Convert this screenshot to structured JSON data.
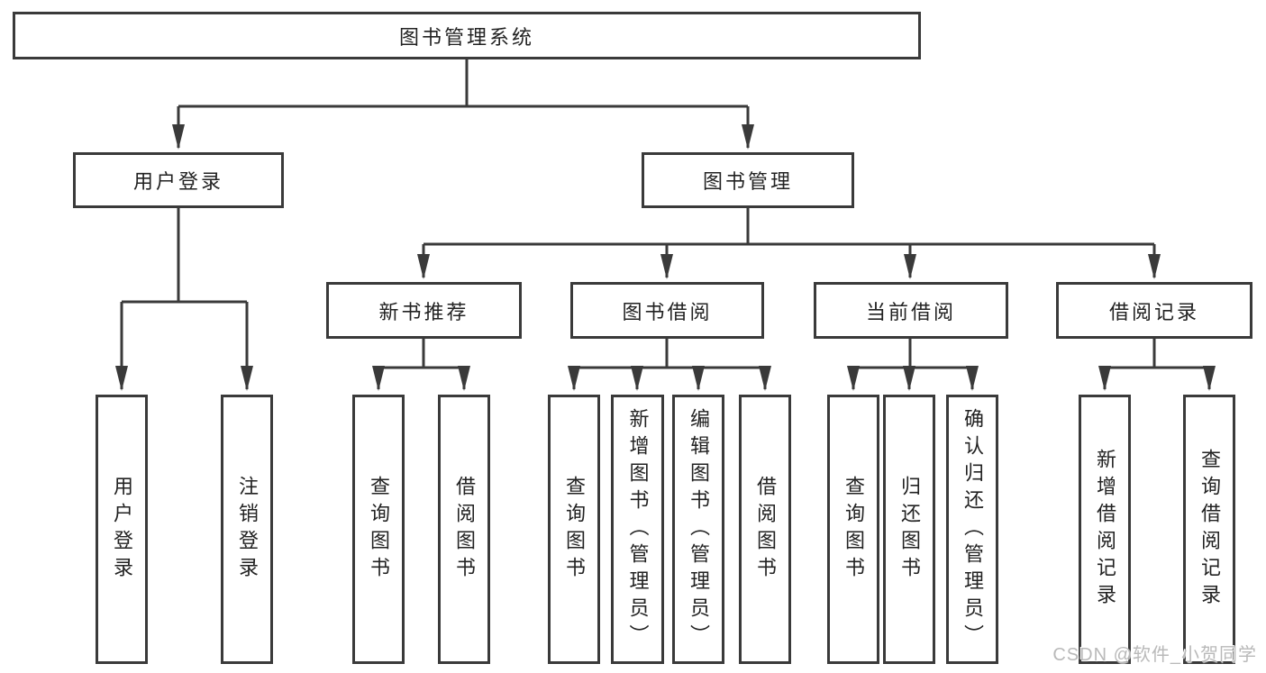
{
  "tree": {
    "label": "图书管理系统",
    "children": [
      {
        "label": "用户登录",
        "children": [
          {
            "label": "用户登录"
          },
          {
            "label": "注销登录"
          }
        ]
      },
      {
        "label": "图书管理",
        "children": [
          {
            "label": "新书推荐",
            "children": [
              {
                "label": "查询图书"
              },
              {
                "label": "借阅图书"
              }
            ]
          },
          {
            "label": "图书借阅",
            "children": [
              {
                "label": "查询图书"
              },
              {
                "label": "新增图书（管理员）"
              },
              {
                "label": "编辑图书（管理员）"
              },
              {
                "label": "借阅图书"
              }
            ]
          },
          {
            "label": "当前借阅",
            "children": [
              {
                "label": "查询图书"
              },
              {
                "label": "归还图书"
              },
              {
                "label": "确认归还（管理员）"
              }
            ]
          },
          {
            "label": "借阅记录",
            "children": [
              {
                "label": "新增借阅记录"
              },
              {
                "label": "查询借阅记录"
              }
            ]
          }
        ]
      }
    ]
  },
  "watermark": {
    "text": "CSDN @软件_小贺同学"
  },
  "colors": {
    "line": "#3a3a3a",
    "text": "#222222",
    "background": "#ffffff",
    "watermark": "#b9b9b9"
  }
}
